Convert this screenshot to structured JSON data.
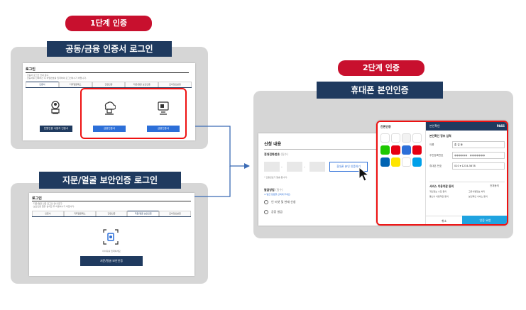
{
  "step1": {
    "badge": "1단계 인증",
    "cert_banner": "공동/금융 인증서 로그인",
    "cert_screen": {
      "title": "로그인",
      "notes": [
        "· 인증서 로그인 안내 문구",
        "· 인증서를 선택하신 후 비밀번호를 입력하여 로그인하시기 바랍니다."
      ],
      "tabs": [
        "인증서",
        "디지털원패스",
        "간편인증",
        "지문/얼굴 보안인증",
        "모바일신분증"
      ],
      "buttons": [
        "민원인증 사용자 인증서",
        "금융인증서",
        "금융인증서"
      ]
    },
    "bio_banner": "지문/얼굴 보안인증 로그인",
    "bio_screen": {
      "title": "로그인",
      "notes": [
        "· 지문/얼굴 인증 로그인 안내 문구",
        "· 보안인증 앱을 설치한 후 이용하시기 바랍니다."
      ],
      "tabs": [
        "인증서",
        "디지털원패스",
        "간편인증",
        "지문/얼굴 보안인증",
        "모바일신분증"
      ],
      "hint": "아이디를 입력하세요",
      "button": "지문/얼굴 보안인증"
    }
  },
  "step2": {
    "badge": "2단계 인증",
    "banner": "휴대폰 본인인증",
    "form": {
      "section_title": "신청 내용",
      "phone_label": "휴대전화번호",
      "phone_required": "(필수)",
      "verify_button": "휴대폰 본인 인증하기",
      "phone_note": "* 인증번호가 발송 됩니다.",
      "method_label": "발급방법",
      "method_required": "(필수)",
      "method_note": "※ 발급 방법을 선택해 주세요.",
      "options": [
        "인 터넷 및 현재 신청",
        "공증 발급"
      ]
    },
    "popup": {
      "left_title": "간편인증",
      "right_title": "본인확인",
      "pass_label": "PASS",
      "field_section": "본인확인 정보 입력",
      "fields": [
        {
          "label": "이름",
          "value": "홍 길 동"
        },
        {
          "label": "주민등록번호",
          "value": "●●●●●● - ●●●●●●●"
        },
        {
          "label": "휴대폰 번호",
          "value": "010 ▾ 1234-5678"
        }
      ],
      "agree_title": "서비스 이용약관 동의",
      "agree_all": "전체동의",
      "agree_items": [
        "개인정보 수집 동의",
        "고유식별정보 처리",
        "통신사 이용약관 동의",
        "본인확인 서비스 동의"
      ],
      "btn_cancel": "취소",
      "btn_confirm": "인증 요청"
    }
  }
}
